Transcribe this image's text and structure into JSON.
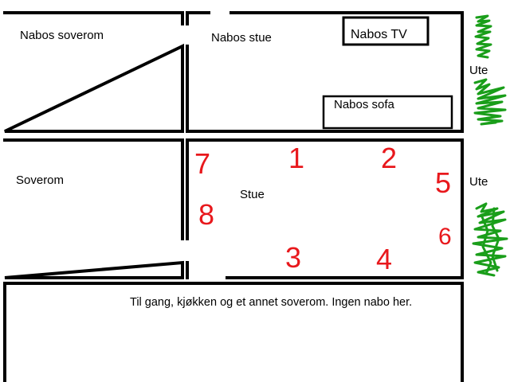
{
  "rooms": {
    "neighbor_bedroom": "Nabos soverom",
    "neighbor_living": "Nabos stue",
    "neighbor_tv": "Nabos TV",
    "neighbor_sofa": "Nabos sofa",
    "bedroom": "Soverom",
    "living": "Stue"
  },
  "outside": {
    "upper": "Ute",
    "lower": "Ute"
  },
  "hallway_note": "Til gang, kjøkken og et annet soverom. Ingen nabo her.",
  "markers": {
    "m1": "1",
    "m2": "2",
    "m3": "3",
    "m4": "4",
    "m5": "5",
    "m6": "6",
    "m7": "7",
    "m8": "8"
  },
  "colors": {
    "walls": "#000000",
    "markers": "#e8181c",
    "vegetation": "#1a9e1a"
  }
}
